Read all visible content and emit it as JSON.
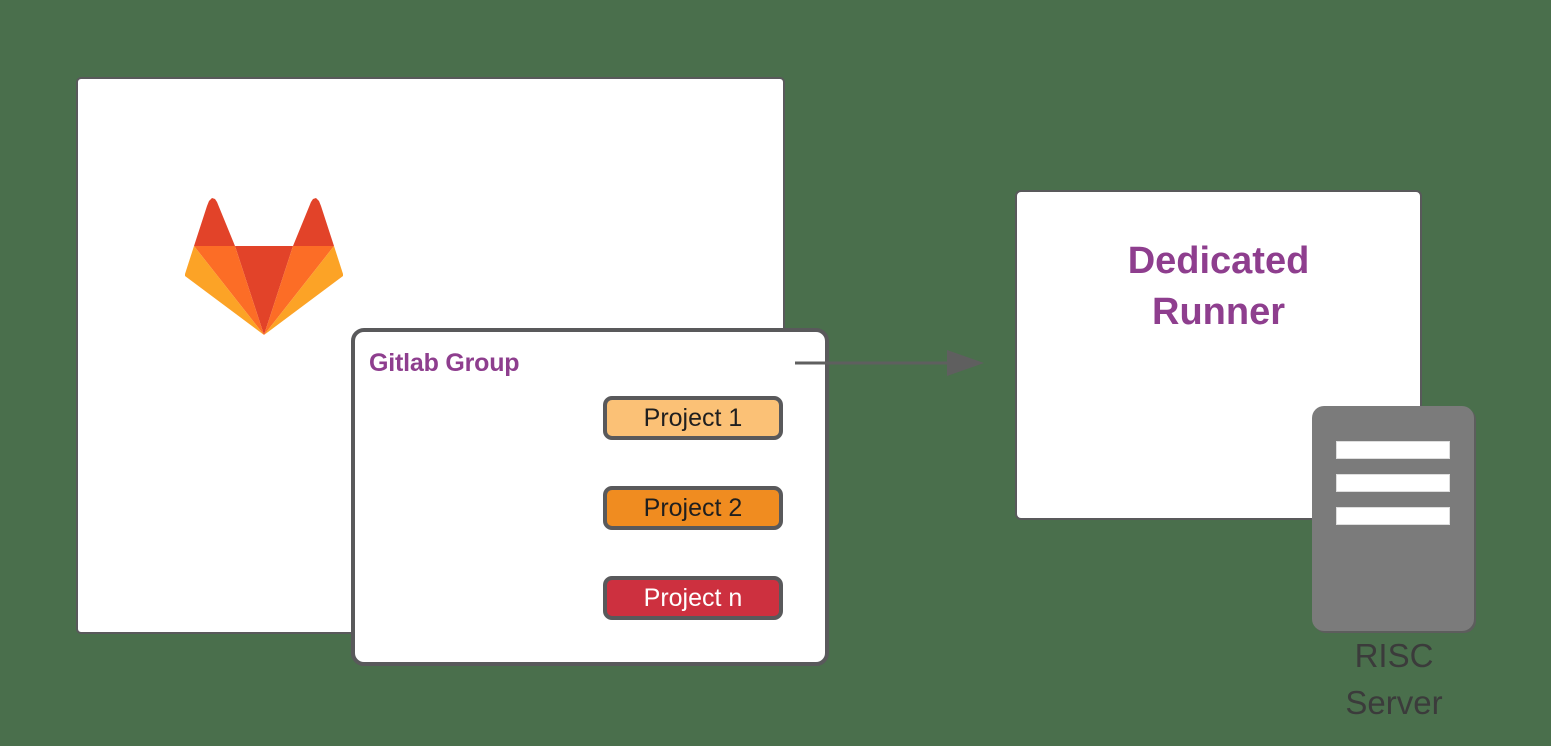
{
  "diagram": {
    "background_color": "#4a6f4c",
    "gitlab_card": {
      "logo_icon": "gitlab-tanuki-logo",
      "group": {
        "title": "Gitlab Group",
        "title_color": "#8e3e8e",
        "projects": [
          {
            "label": "Project 1",
            "fill": "#fbc176",
            "text_color": "#1f1f1f"
          },
          {
            "label": "Project 2",
            "fill": "#f08c20",
            "text_color": "#1f1f1f"
          },
          {
            "label": "Project n",
            "fill": "#cd303f",
            "text_color": "#ffffff"
          }
        ]
      }
    },
    "connector": {
      "icon": "arrow-right-icon",
      "color": "#5f5f5f",
      "direction": "left-to-right"
    },
    "runner_card": {
      "title_line_1": "Dedicated",
      "title_line_2": "Runner",
      "title_color": "#8e3e8e"
    },
    "server": {
      "icon": "server-rack-icon",
      "color": "#7b7b7b",
      "label_line_1": "RISC",
      "label_line_2": "Server",
      "label_color": "#3b3b3b"
    }
  }
}
